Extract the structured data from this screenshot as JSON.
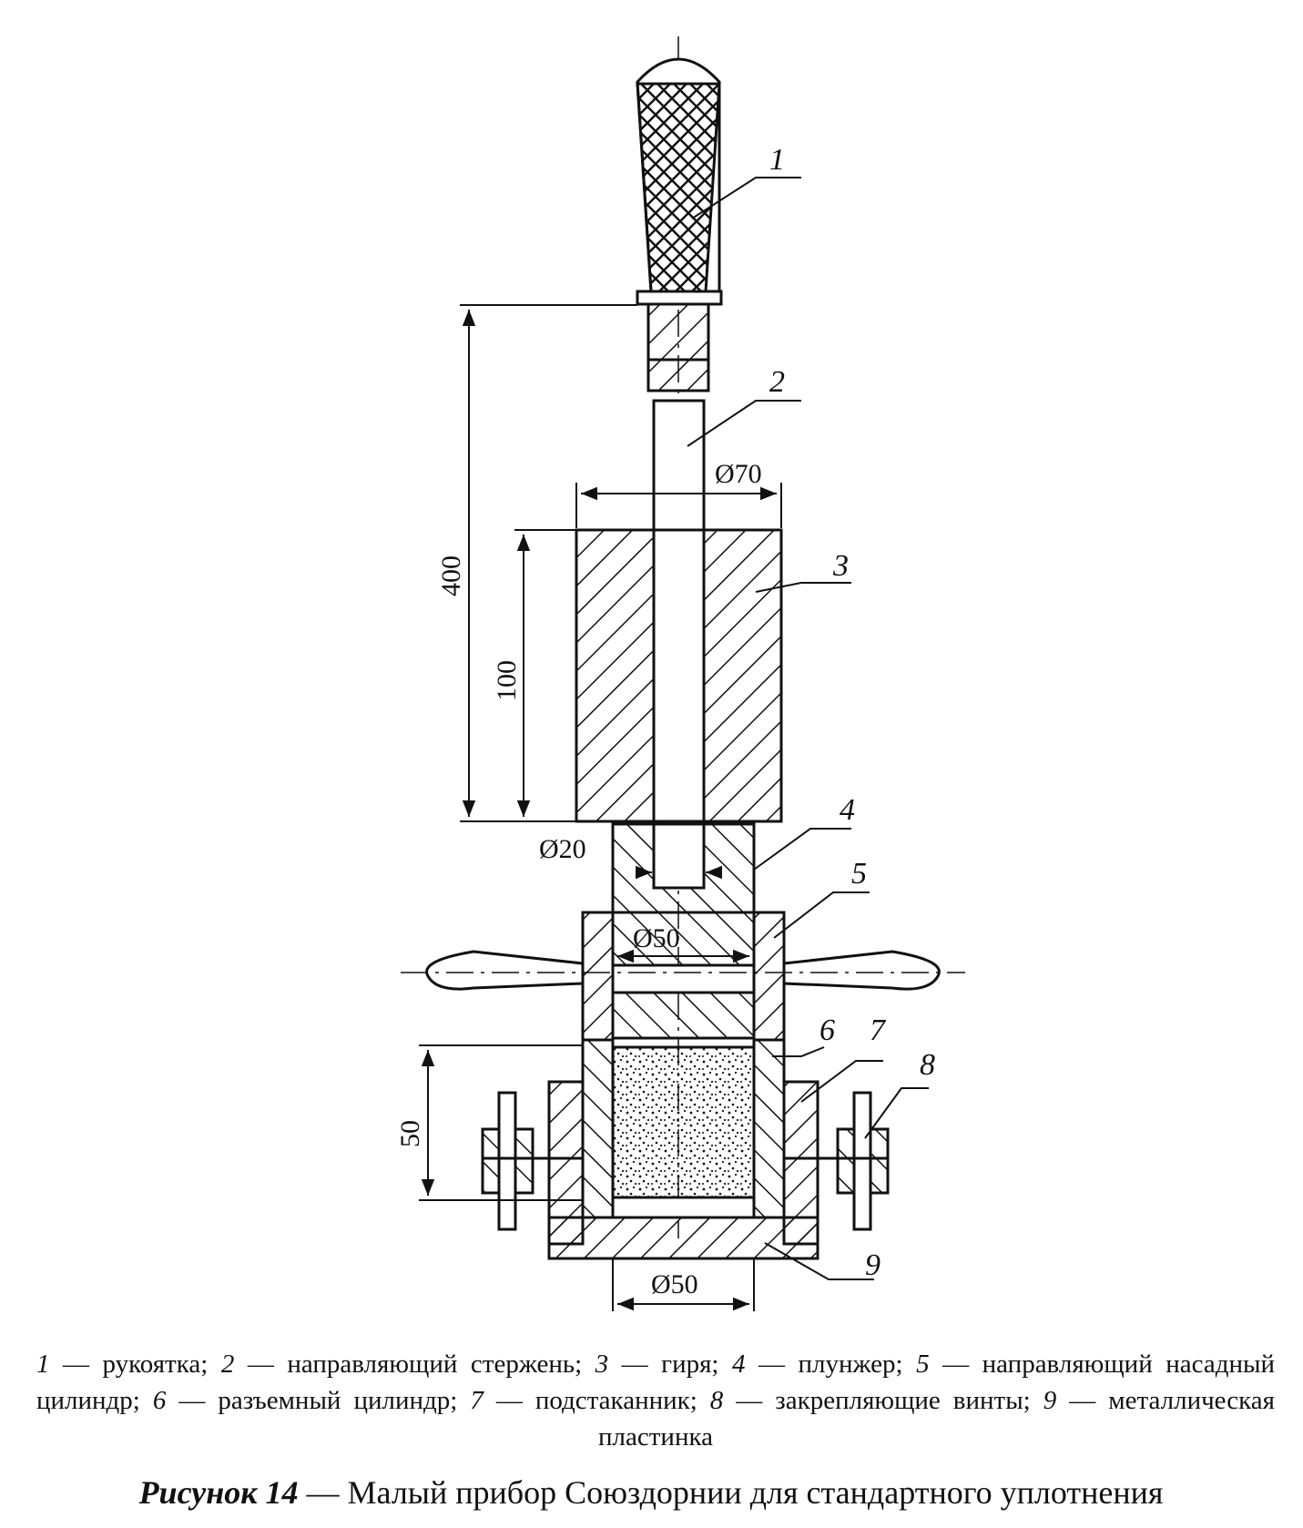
{
  "figure": {
    "part_labels": [
      "1",
      "2",
      "3",
      "4",
      "5",
      "6",
      "7",
      "8",
      "9"
    ],
    "dimensions": {
      "total_height": "400",
      "weight_height": "100",
      "weight_diameter": "Ø70",
      "rod_diameter": "Ø20",
      "plunger_diameter": "Ø50",
      "sample_height": "50",
      "base_diameter": "Ø50"
    }
  },
  "legend": [
    {
      "num": "1",
      "text": " — рукоятка; "
    },
    {
      "num": "2",
      "text": " — направляющий стержень; "
    },
    {
      "num": "3",
      "text": " — гиря; "
    },
    {
      "num": "4",
      "text": " — плунжер; "
    },
    {
      "num": "5",
      "text": " — направляющий насадный цилиндр; "
    },
    {
      "num": "6",
      "text": " — разъемный цилиндр; "
    },
    {
      "num": "7",
      "text": " — подстаканник; "
    },
    {
      "num": "8",
      "text": " — закрепляющие винты; "
    },
    {
      "num": "9",
      "text": " — металлическая пластинка"
    }
  ],
  "caption": {
    "number": "Рисунок 14",
    "text": " — Малый прибор Союздорнии для стандартного уплотнения"
  }
}
